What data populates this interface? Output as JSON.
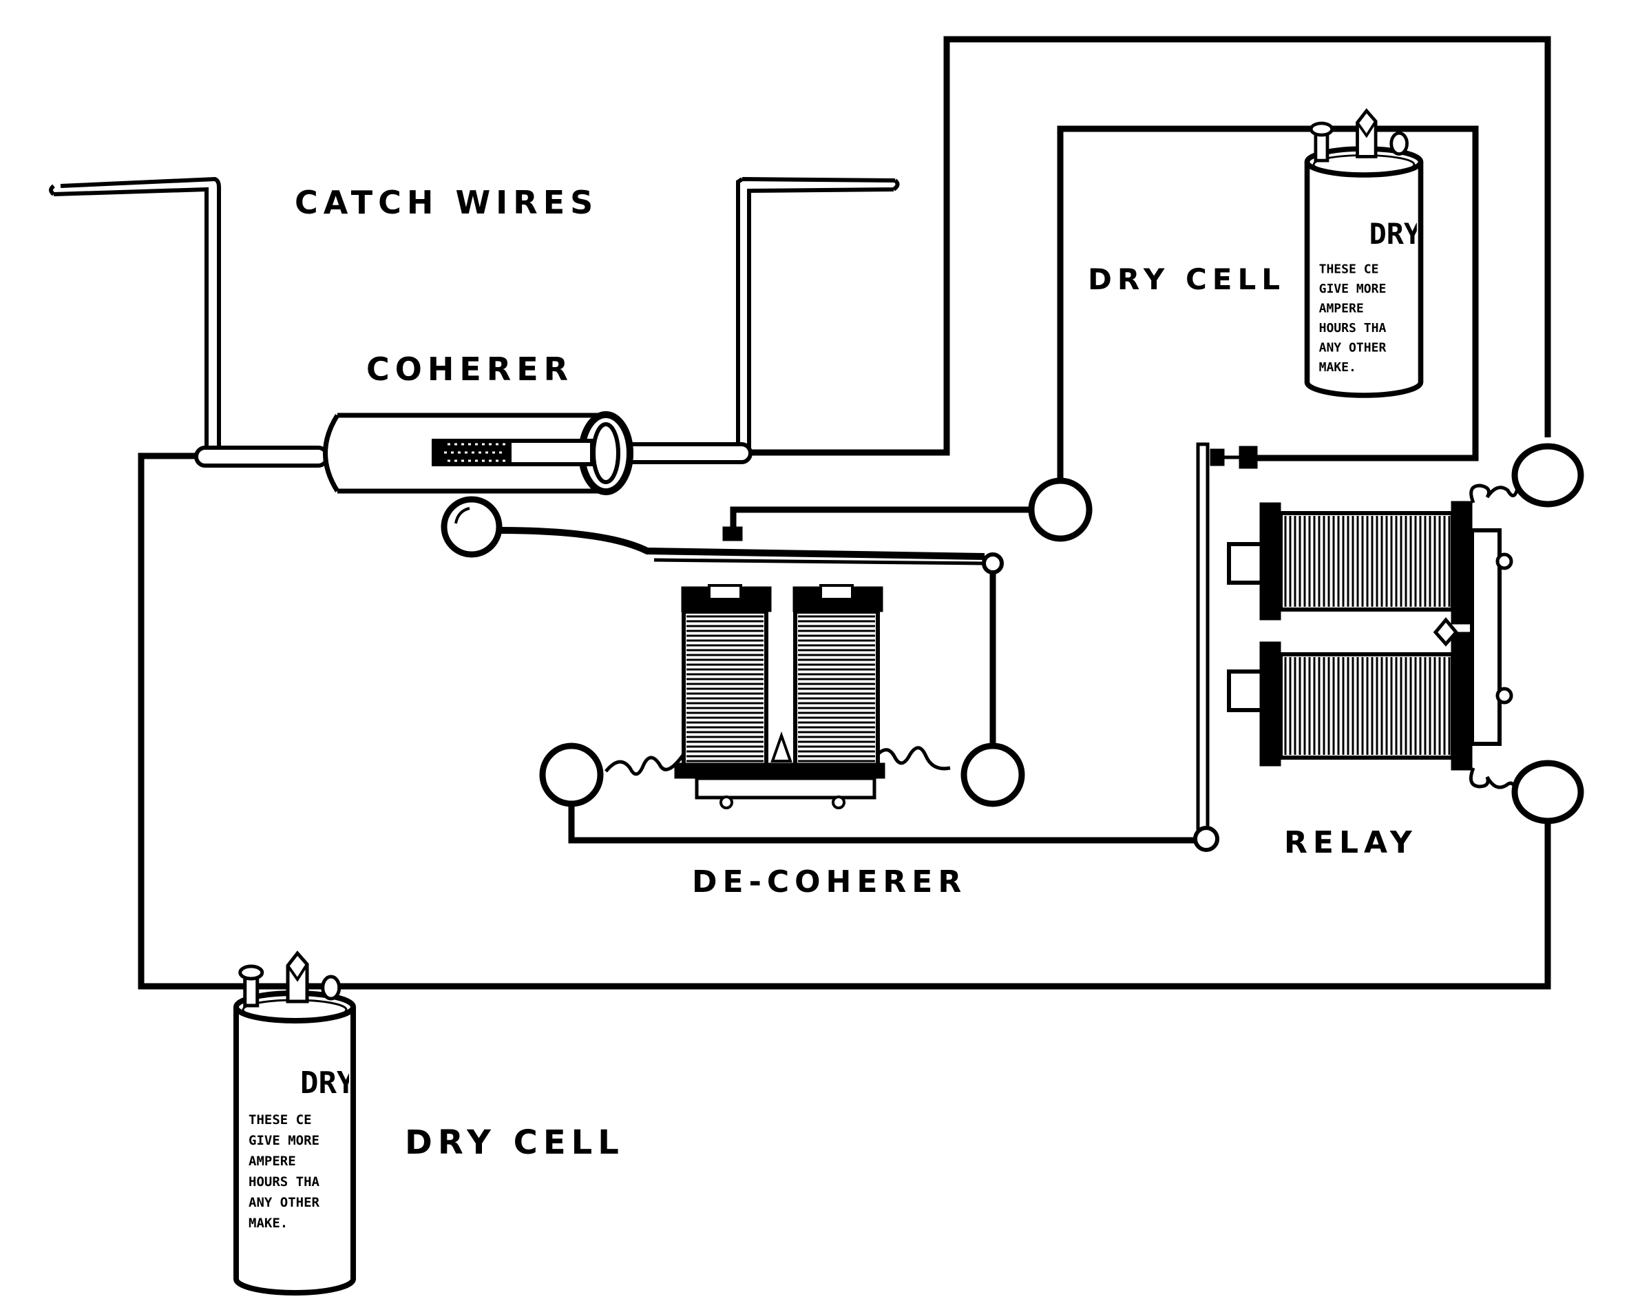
{
  "labels": {
    "catch_wires": "CATCH WIRES",
    "coherer": "COHERER",
    "dry_cell_top": "DRY CELL",
    "decoherer": "DE-COHERER",
    "relay": "RELAY",
    "dry_cell_bottom": "DRY CELL"
  },
  "cell_label": {
    "brand": "DRY",
    "lines": [
      "THESE CE",
      "GIVE MORE",
      "AMPERE",
      "HOURS THA",
      "ANY OTHER",
      "MAKE."
    ]
  },
  "colors": {
    "ink": "#000000",
    "paper": "#ffffff"
  }
}
